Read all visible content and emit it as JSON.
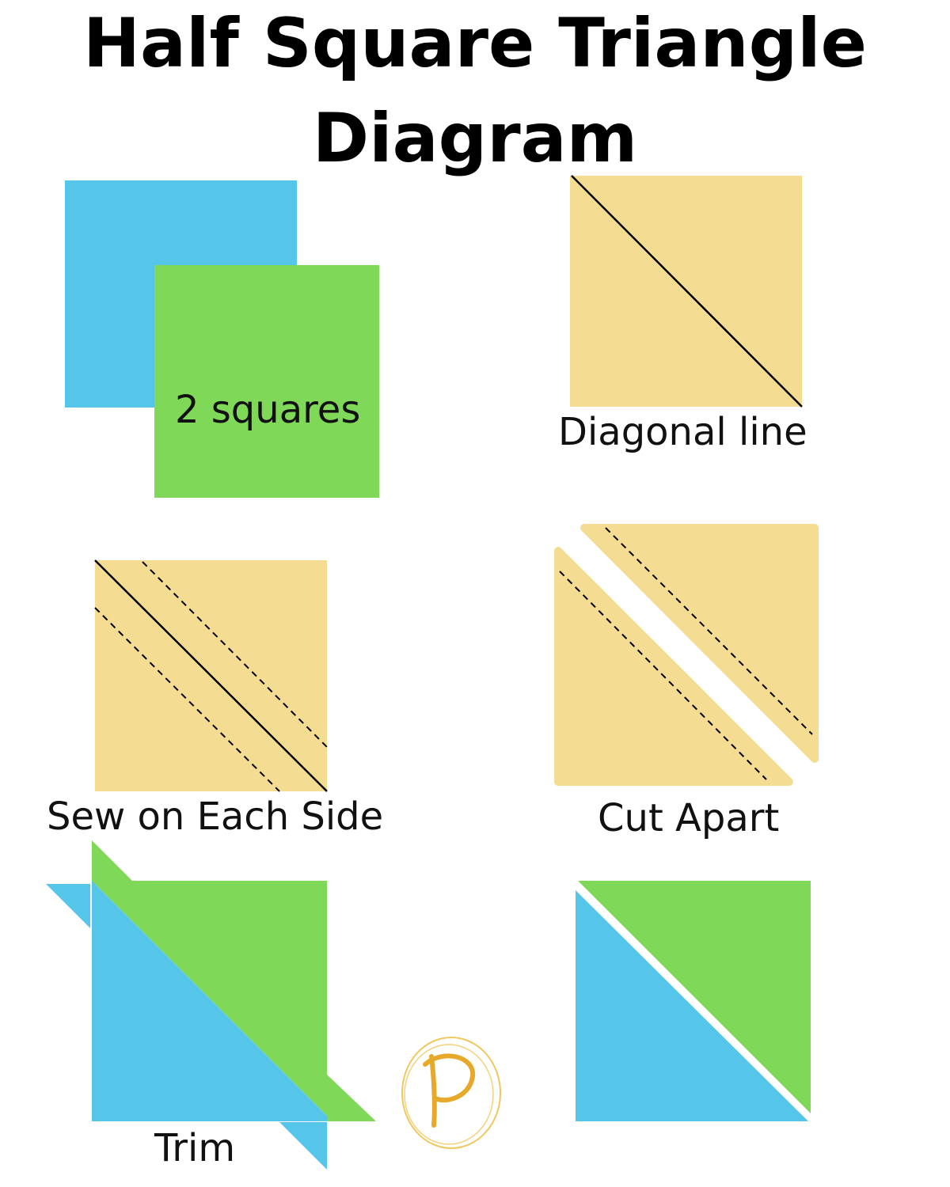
{
  "title": {
    "line1": "Half Square Triangle",
    "line2": "Diagram"
  },
  "steps": {
    "two_squares": "2 squares",
    "diagonal_line": "Diagonal line",
    "sew_each_side": "Sew on Each Side",
    "cut_apart": "Cut Apart",
    "trim": "Trim"
  },
  "logo": {
    "letter": "P"
  },
  "colors": {
    "blue": "#55c6ea",
    "green": "#7fd858",
    "tan": "#f5dc93",
    "line": "#000000",
    "logo_gold": "#e7a92a"
  }
}
